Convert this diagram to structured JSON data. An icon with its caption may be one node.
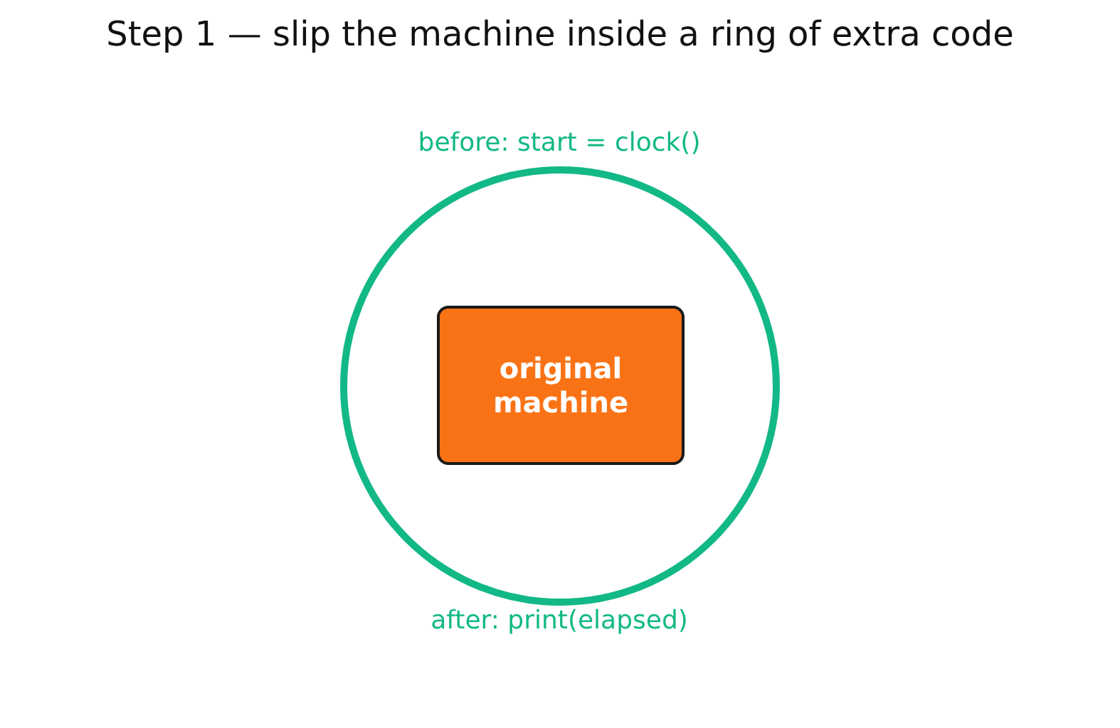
{
  "diagram": {
    "title": "Step 1 — slip the machine inside a ring of extra code",
    "nodes": [
      {
        "text": [
          "before: start = clock()",
          "after: print(elapsed)"
        ]
      },
      {
        "text": [
          "original machine"
        ],
        "in": 0
      }
    ]
  }
}
